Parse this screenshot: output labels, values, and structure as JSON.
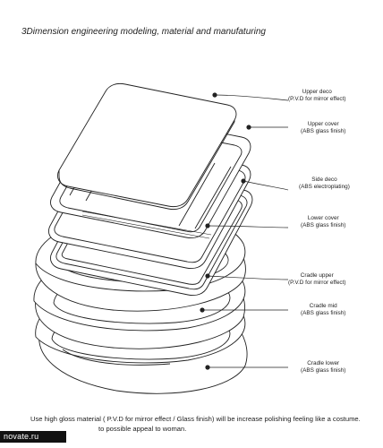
{
  "title": "3Dimension engineering modeling, material and manufaturing",
  "parts": [
    {
      "name": "Upper deco",
      "material": "(P.V.D for mirror effect)"
    },
    {
      "name": "Upper cover",
      "material": "(ABS glass finish)"
    },
    {
      "name": "Side deco",
      "material": "(ABS electroplating)"
    },
    {
      "name": "Lower cover",
      "material": "(ABS glass finish)"
    },
    {
      "name": "Cradle upper",
      "material": "(P.V.D for mirror effect)"
    },
    {
      "name": "Cradle mid",
      "material": "(ABS glass finish)"
    },
    {
      "name": "Cradle lower",
      "material": "(ABS glass finish)"
    }
  ],
  "caption": {
    "line1": "Use high gloss material ( P.V.D for mirror effect / Glass finish) will be increase polishing feeling like a costume.",
    "line2": "to possible appeal to woman."
  },
  "watermark": "novate.ru",
  "colors": {
    "line": "#222222",
    "background": "#ffffff",
    "watermark_bg": "#111111"
  }
}
